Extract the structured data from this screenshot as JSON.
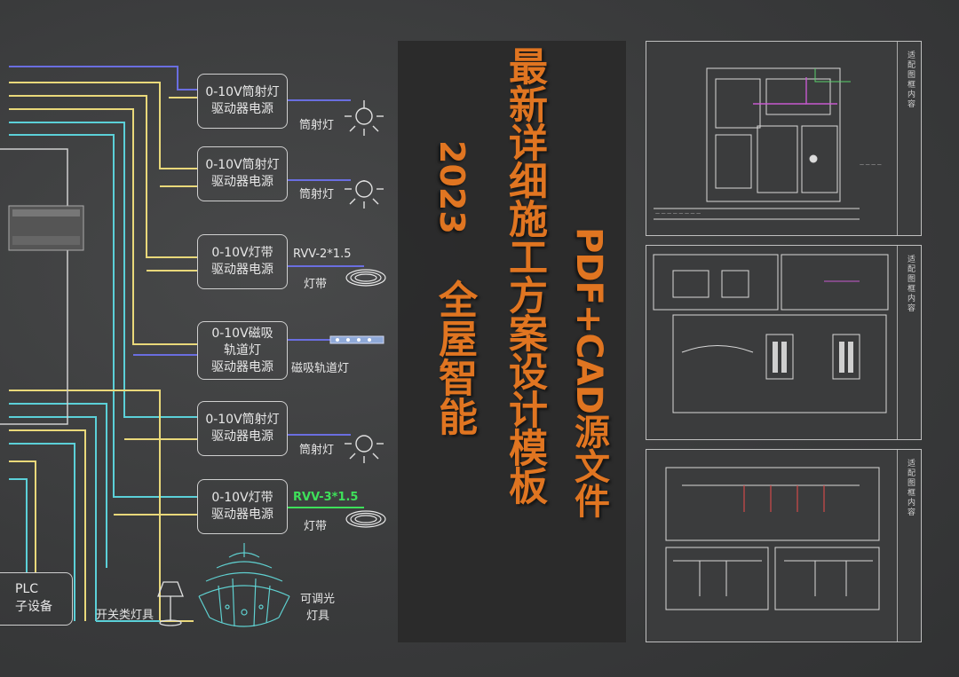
{
  "colors": {
    "accent_text": "#e07521",
    "wire_blue": "#6a6ee0",
    "wire_yellow": "#e9d87a",
    "wire_cyan": "#5bd0d8",
    "wire_green": "#3ee05a"
  },
  "diagram": {
    "drivers": [
      {
        "line1": "0-10V筒射灯",
        "line2": "驱动器电源",
        "line3": "",
        "device": "筒射灯",
        "cable": ""
      },
      {
        "line1": "0-10V筒射灯",
        "line2": "驱动器电源",
        "line3": "",
        "device": "筒射灯",
        "cable": ""
      },
      {
        "line1": "0-10V灯带",
        "line2": "驱动器电源",
        "line3": "",
        "device": "灯带",
        "cable": "RVV-2*1.5"
      },
      {
        "line1": "0-10V磁吸",
        "line2": "轨道灯",
        "line3": "驱动器电源",
        "device": "磁吸轨道灯",
        "cable": ""
      },
      {
        "line1": "0-10V筒射灯",
        "line2": "驱动器电源",
        "line3": "",
        "device": "筒射灯",
        "cable": ""
      },
      {
        "line1": "0-10V灯带",
        "line2": "驱动器电源",
        "line3": "",
        "device": "灯带",
        "cable": "RVV-3*1.5"
      }
    ],
    "plc_line1": "PLC",
    "plc_line2": "子设备",
    "switch_lamp": "开关类灯具",
    "dimmable_line1": "可调光",
    "dimmable_line2": "灯具"
  },
  "title": {
    "line1": "最新详细施工方案设计模板",
    "line2": "PDF+CAD源文件",
    "line3_year": "2023",
    "line3_text": "全屋智能"
  },
  "sheets": [
    {
      "side_title": "适配图框内容",
      "name": ""
    },
    {
      "side_title": "适配图框内容",
      "name": ""
    },
    {
      "side_title": "适配图框内容",
      "name": ""
    }
  ]
}
